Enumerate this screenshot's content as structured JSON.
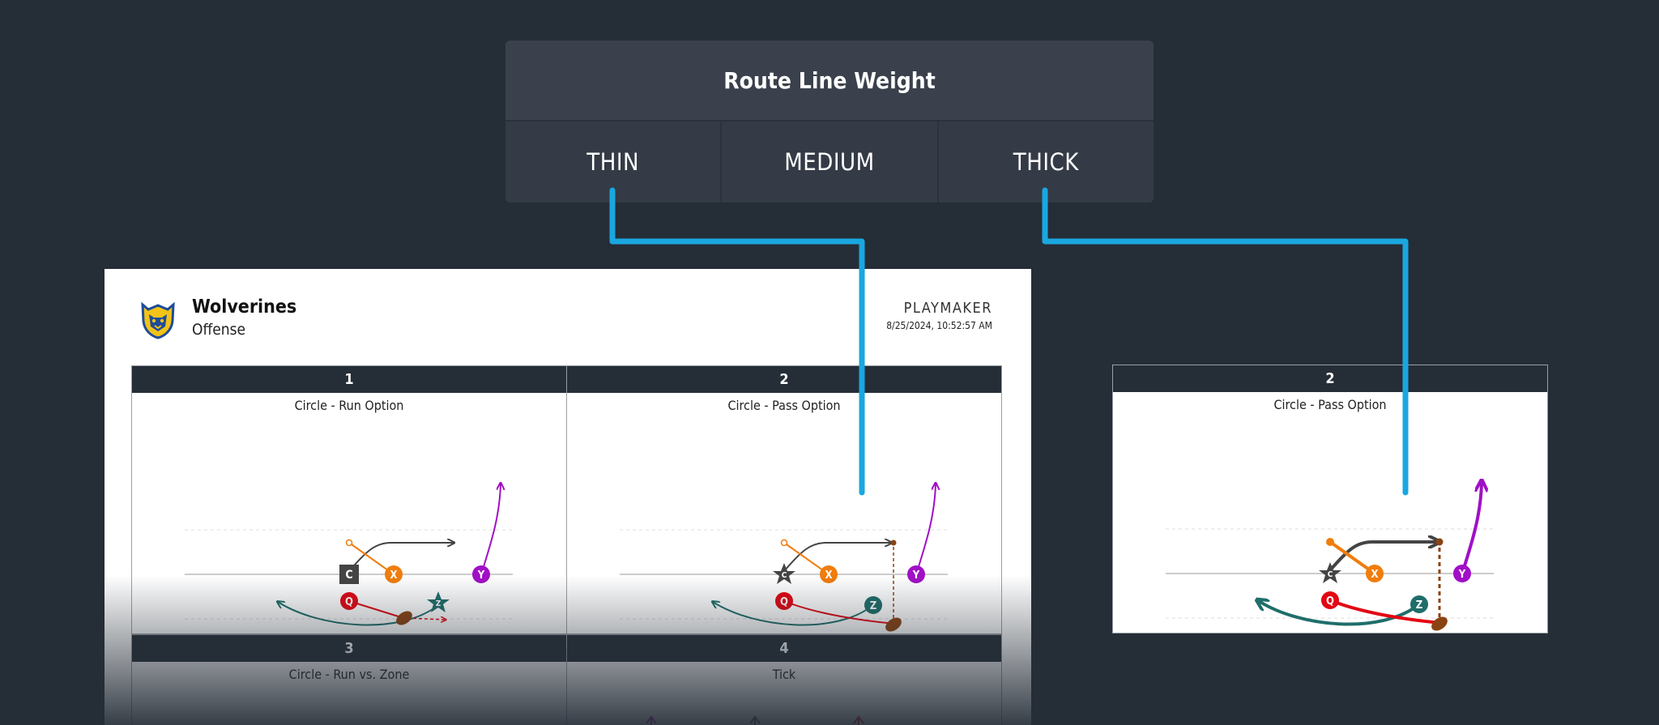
{
  "panel": {
    "title": "Route Line Weight",
    "options": [
      "THIN",
      "MEDIUM",
      "THICK"
    ]
  },
  "sheet": {
    "team": "Wolverines",
    "unit": "Offense",
    "brand": "PLAYMAKER",
    "timestamp": "8/25/2024, 10:52:57 AM"
  },
  "plays": [
    {
      "number": "1",
      "name": "Circle - Run Option"
    },
    {
      "number": "2",
      "name": "Circle - Pass Option"
    },
    {
      "number": "3",
      "name": "Circle - Run vs. Zone"
    },
    {
      "number": "4",
      "name": "Tick"
    }
  ],
  "preview": {
    "number": "2",
    "name": "Circle - Pass Option"
  },
  "players": {
    "c": "C",
    "x": "X",
    "y": "Y",
    "z": "Z",
    "q": "Q"
  },
  "colors": {
    "background": "#252d37",
    "connector": "#1aa7e0",
    "qb": "#e30613",
    "x": "#f07d0c",
    "y": "#a10fc6",
    "z": "#1f6e6a",
    "center": "#444444",
    "ball": "#8a4312"
  }
}
